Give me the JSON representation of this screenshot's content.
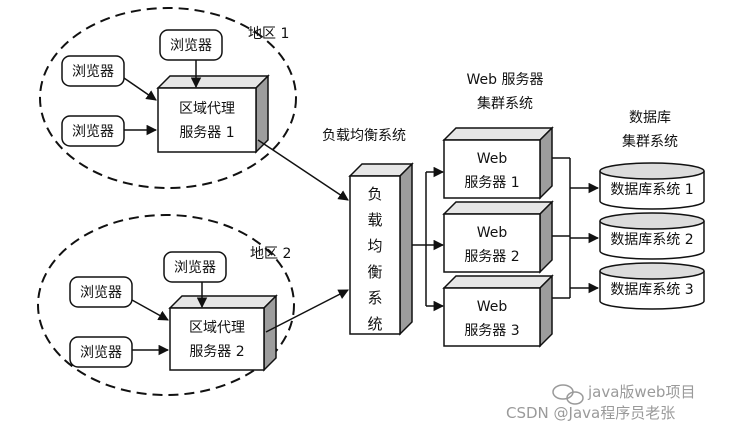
{
  "regions": [
    {
      "label": "地区 1",
      "browsers": [
        "浏览器",
        "浏览器",
        "浏览器"
      ],
      "proxy": {
        "line1": "区域代理",
        "line2": "服务器 1"
      }
    },
    {
      "label": "地区 2",
      "browsers": [
        "浏览器",
        "浏览器",
        "浏览器"
      ],
      "proxy": {
        "line1": "区域代理",
        "line2": "服务器 2"
      }
    }
  ],
  "load_balancer": {
    "caption": "负载均衡系统",
    "vertical_chars": [
      "负",
      "载",
      "均",
      "衡",
      "系",
      "统"
    ]
  },
  "web_cluster": {
    "title_line1": "Web 服务器",
    "title_line2": "集群系统",
    "servers": [
      {
        "line1": "Web",
        "line2": "服务器 1"
      },
      {
        "line1": "Web",
        "line2": "服务器 2"
      },
      {
        "line1": "Web",
        "line2": "服务器 3"
      }
    ]
  },
  "db_cluster": {
    "title_line1": "数据库",
    "title_line2": "集群系统",
    "dbs": [
      "数据库系统 1",
      "数据库系统 2",
      "数据库系统 3"
    ]
  },
  "watermark": {
    "line1": "java版web项目",
    "line2": "CSDN @Java程序员老张"
  }
}
